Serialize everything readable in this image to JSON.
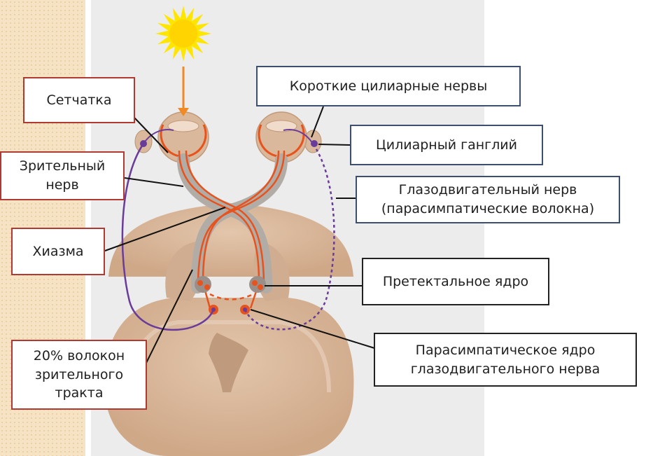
{
  "labels": {
    "retina": "Сетчатка",
    "optic_nerve": "Зрительный\nнерв",
    "chiasm": "Хиазма",
    "tract_fibers": "20% волокон\nзрительного\nтракта",
    "short_ciliary_nerves": "Короткие цилиарные нервы",
    "ciliary_ganglion": "Цилиарный ганглий",
    "oculomotor_nerve": "Глазодвигательный нерв\n(парасимпатические волокна)",
    "pretectal_nucleus": "Претектальное ядро",
    "parasympathetic_nucleus": "Парасимпатическое ядро\nглазодвигательного нерва"
  },
  "colors": {
    "label_border_left": "#b03a32",
    "label_border_right_top": "#3d4f6e",
    "label_border_right_bottom": "#222222",
    "brain": "#d9b89c",
    "pathway_orange": "#e8521c",
    "parasympathetic_purple": "#6a3c9a",
    "sun": "#ffe600",
    "light_ray": "#f08a24"
  },
  "icons": {
    "light_source": "sun-icon"
  }
}
